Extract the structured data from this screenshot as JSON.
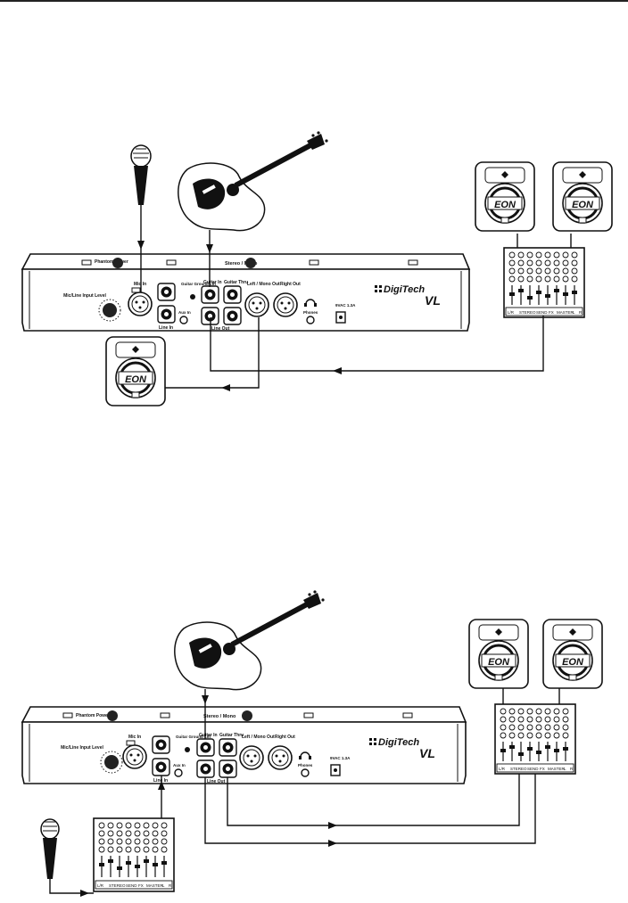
{
  "colors": {
    "line": "#111111",
    "panel": "#ffffff",
    "knob": "#222222"
  },
  "icons": [
    "microphone-icon",
    "acoustic-guitar-icon",
    "eon-speaker-icon",
    "mixer-icon",
    "headphones-icon",
    "arrow-icon"
  ],
  "unit": {
    "phantom_power": "Phantom Power",
    "stereo_mono": "Stereo / Mono",
    "mic_line_input_level": "Mic/Line Input Level",
    "mic_in": "Mic In",
    "line_in": "Line In",
    "guitar_ground_lift": "Guitar Ground Lift",
    "aux_in": "Aux In",
    "guitar_in": "Guitar In",
    "guitar_thru": "Guitar Thru",
    "line_out": "Line Out",
    "left_mono_out": "Left / Mono Out",
    "right_out": "Right Out",
    "phones": "Phones",
    "power": "9VAC 1.3A",
    "brand": "DigiTech",
    "model": "VL"
  },
  "speaker": {
    "brand": "EON"
  },
  "mixer": {
    "strip_labels": [
      "L/R",
      "STEREO",
      "SEND",
      "FX",
      "MASTER",
      "L",
      "R"
    ]
  }
}
